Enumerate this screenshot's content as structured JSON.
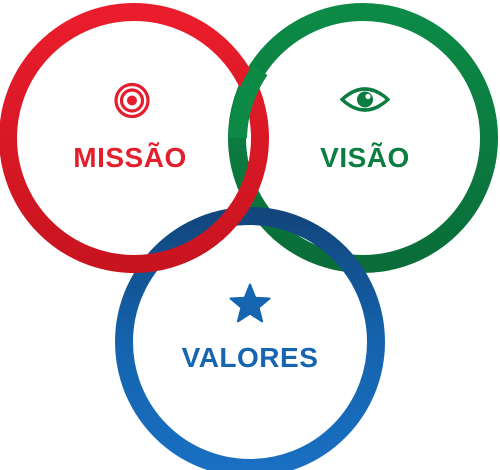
{
  "colors": {
    "missao": "#e31e2d",
    "visao": "#0b7d40",
    "valores": "#1565b0"
  },
  "circles": [
    {
      "id": "missao",
      "label": "MISSÃO",
      "icon": "target-icon"
    },
    {
      "id": "visao",
      "label": "VISÃO",
      "icon": "eye-icon"
    },
    {
      "id": "valores",
      "label": "VALORES",
      "icon": "star-icon"
    }
  ]
}
